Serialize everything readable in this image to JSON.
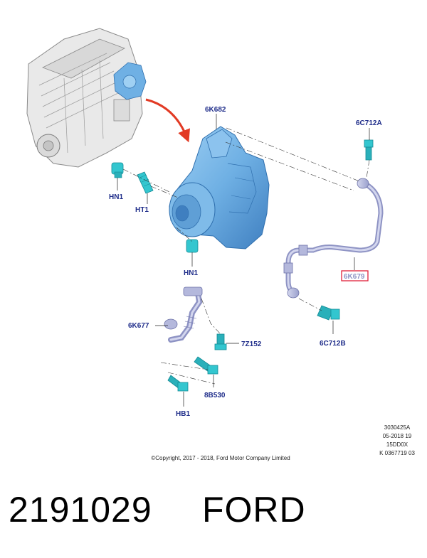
{
  "callouts": {
    "c6K682": "6K682",
    "c6C712A": "6C712A",
    "cHN1a": "HN1",
    "cHT1": "HT1",
    "cHN1b": "HN1",
    "c6K679": "6K679",
    "c6K677": "6K677",
    "c7Z152": "7Z152",
    "c6C712B": "6C712B",
    "c8B530": "8B530",
    "cHB1": "HB1"
  },
  "meta": {
    "line1": "3030425A",
    "line2": "05-2018 19",
    "line3": "15DD0X",
    "line4": "K 0367719 03"
  },
  "copyright": "©Copyright, 2017 - 2018, Ford Motor Company Limited",
  "footer": {
    "part_number": "2191029",
    "brand": "FORD"
  },
  "colors": {
    "part_blue": "#6fb0e4",
    "fastener_cyan": "#33c6cf",
    "pipe_lavender": "#b4b8dc",
    "callout_text": "#1f2d8a",
    "highlight_box": "#e0203a",
    "arrow_red": "#e23a24"
  }
}
